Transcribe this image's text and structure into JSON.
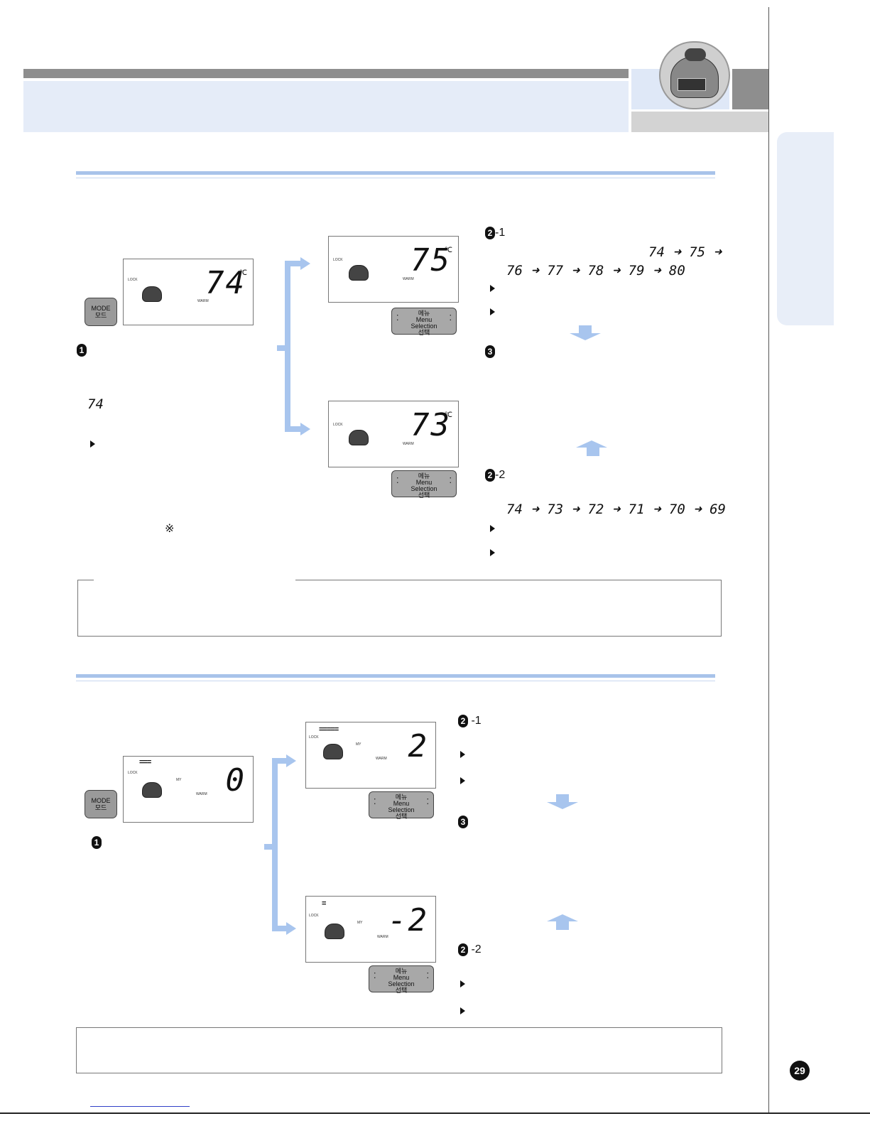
{
  "header": {
    "accent": "#e5ecf8",
    "dark": "#8e8e8e"
  },
  "lcd_labels": {
    "lock": "LOCK",
    "warm": "WARM",
    "my": "MY",
    "deg": "℃"
  },
  "buttons": {
    "mode_en": "MODE",
    "mode_ko": "모드",
    "menu_ko": "메뉴",
    "menu_en1": "Menu",
    "menu_en2": "Selection",
    "menu_ko2": "선택"
  },
  "section1": {
    "main_lcd": "74",
    "up_lcd": "75",
    "down_lcd": "73",
    "step1": "1",
    "step1_value": "74",
    "step2_1": "2-1",
    "step3": "3",
    "step2_2": "2-2",
    "seq_up_a": [
      "74",
      "75"
    ],
    "seq_up_b": [
      "76",
      "77",
      "78",
      "79",
      "80"
    ],
    "seq_down": [
      "74",
      "73",
      "72",
      "71",
      "70",
      "69"
    ],
    "note_mark": "※"
  },
  "section2": {
    "main_lcd": "0",
    "main_bars": "===",
    "up_lcd": "2",
    "up_bars": "=====",
    "down_lcd": "-2",
    "down_bars": "=",
    "step1": "1",
    "step2_1": "2 -1",
    "step3": "3",
    "step2_2": "2 -2"
  },
  "page_number": "29"
}
